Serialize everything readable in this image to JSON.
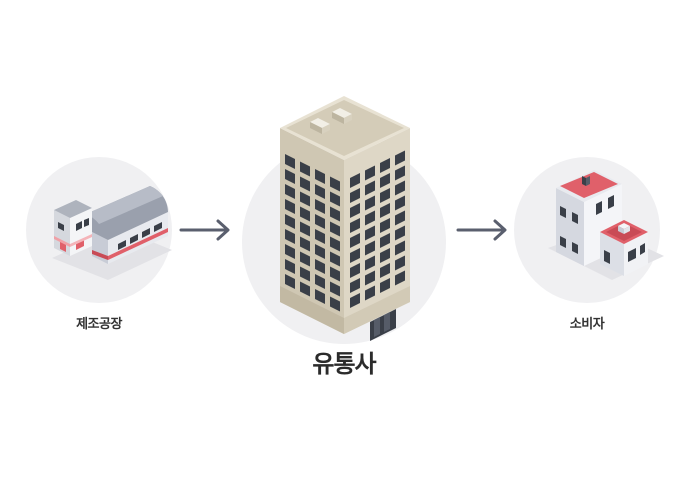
{
  "diagram": {
    "nodes": [
      {
        "id": "factory",
        "label": "제조공장",
        "icon": "factory-icon"
      },
      {
        "id": "distributor",
        "label": "유통사",
        "icon": "office-building-icon"
      },
      {
        "id": "consumer",
        "label": "소비자",
        "icon": "house-icon"
      }
    ],
    "edges": [
      {
        "from": "factory",
        "to": "distributor",
        "icon": "arrow-right-icon"
      },
      {
        "from": "distributor",
        "to": "consumer",
        "icon": "arrow-right-icon"
      }
    ],
    "colors": {
      "circle_bg": "#f0f0f2",
      "arrow": "#5a5f6e",
      "accent_red": "#e0606a",
      "building_beige": "#d9d2c0",
      "window_dark": "#3a3f48",
      "roof_gray": "#9aa0ad"
    }
  }
}
